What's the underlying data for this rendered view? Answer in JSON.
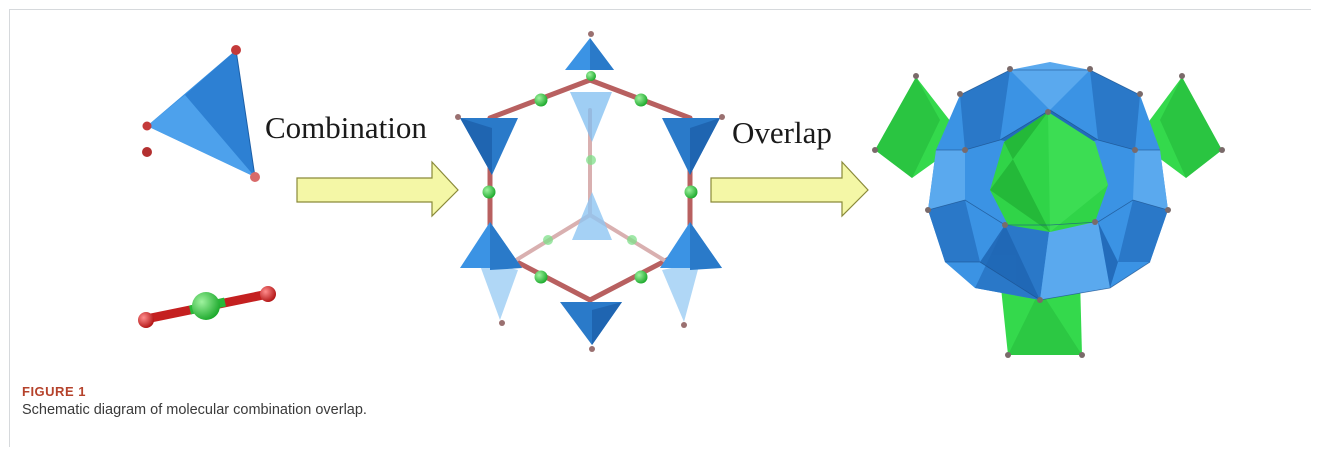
{
  "diagram": {
    "labels": {
      "step1": "Combination",
      "step2": "Overlap"
    },
    "colors": {
      "tetrahedron_blue": "#3c8fe0",
      "tetrahedron_dark": "#1f66b8",
      "green_atom": "#2ecc40",
      "green_polyhedron": "#33dd4d",
      "red_atom": "#d92b2b",
      "arrow_fill": "#f4f7a6",
      "arrow_stroke": "#8a8a3a"
    }
  },
  "caption": {
    "title": "FIGURE 1",
    "text": "Schematic diagram of molecular combination overlap."
  }
}
